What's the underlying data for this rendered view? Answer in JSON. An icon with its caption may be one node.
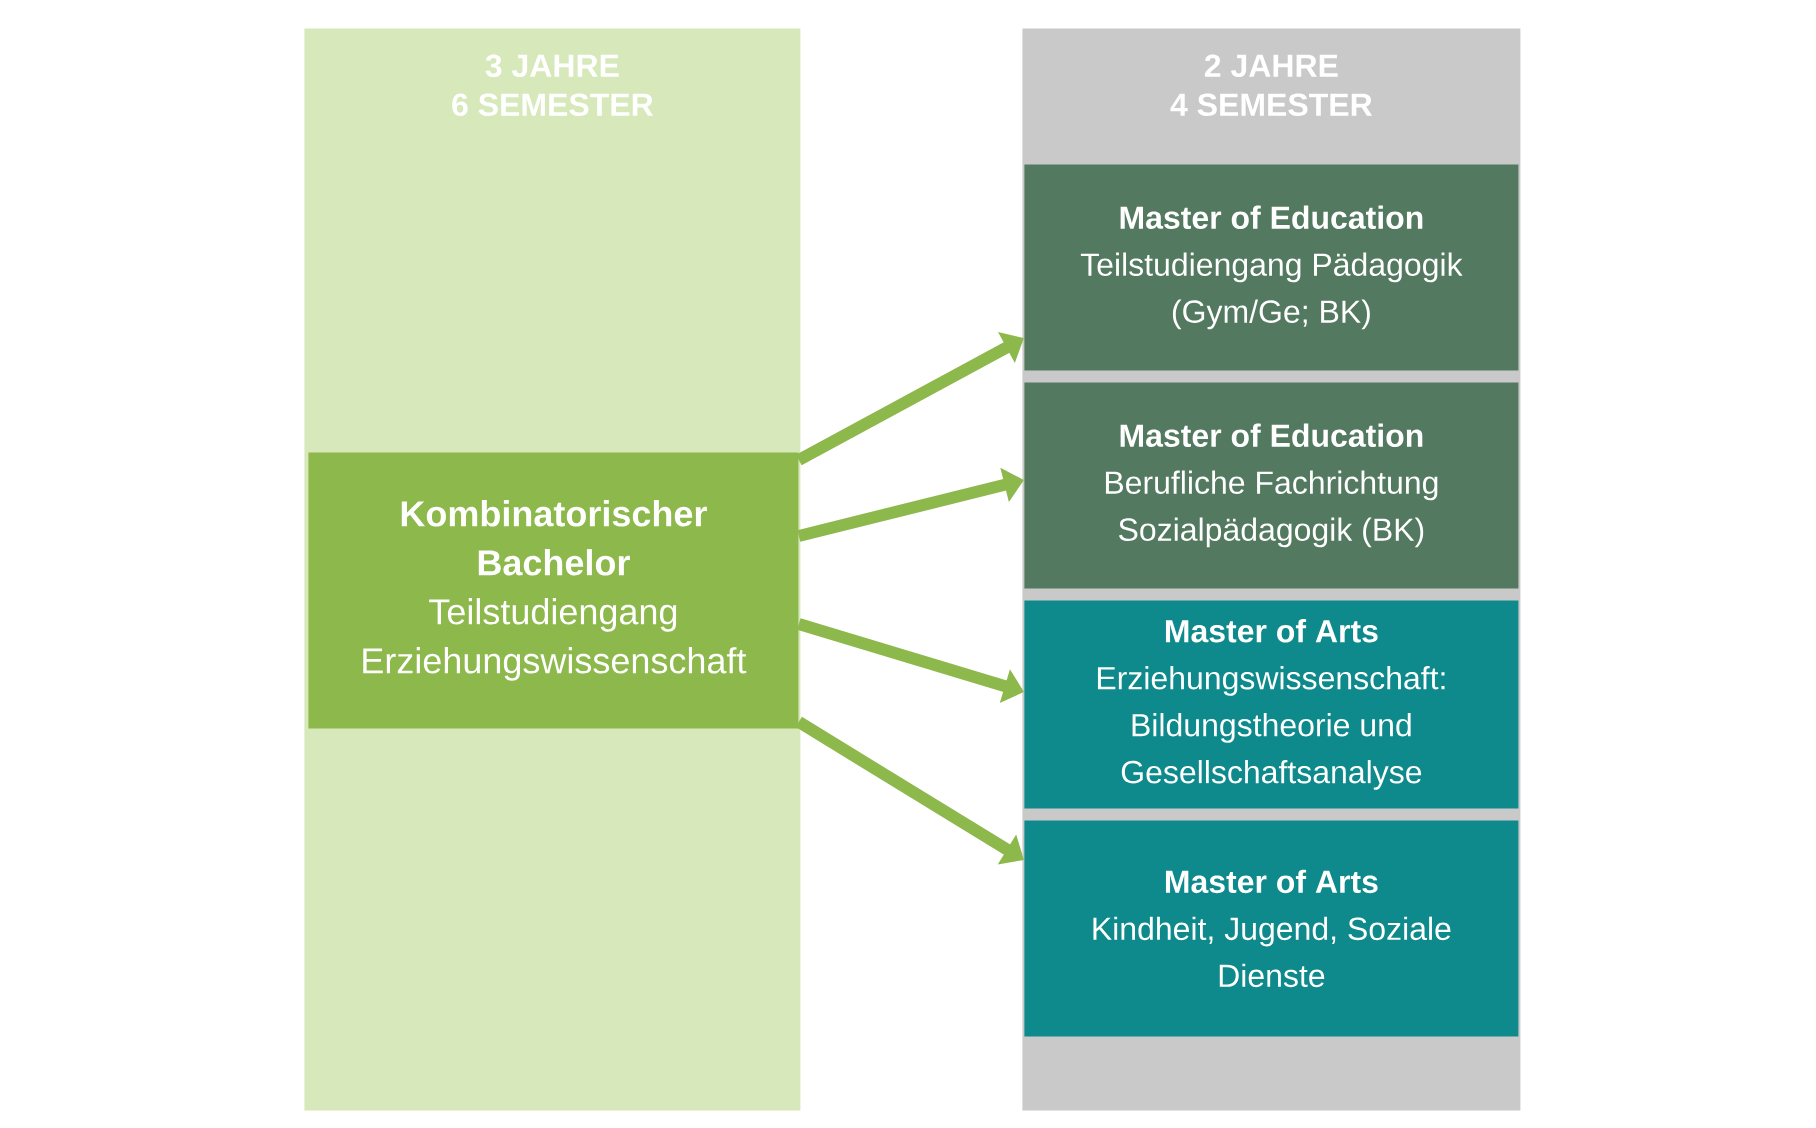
{
  "diagram": {
    "nodes": [
      {
        "text": [
          "3 JAHRE 6 SEMESTER"
        ]
      },
      {
        "text": [
          "Kombinatorischer Bachelor",
          "Teilstudiengang Erziehungswissenschaft"
        ],
        "in": 0
      },
      {
        "text": [
          "2 JAHRE 4 SEMESTER"
        ]
      },
      {
        "text": [
          "Master of Education",
          "Teilstudiengang Pädagogik (Gym/Ge; BK)"
        ],
        "in": 2
      },
      {
        "text": [
          "Master of Education",
          "Berufliche Fachrichtung Sozialpädagogik (BK)"
        ],
        "in": 2
      },
      {
        "text": [
          "Master of Arts",
          "Erziehungswissenschaft: Bildungstheorie und Gesellschaftsanalyse"
        ],
        "in": 2
      },
      {
        "text": [
          "Master of Arts",
          "Kindheit, Jugend, Soziale Dienste"
        ],
        "in": 2
      }
    ],
    "edges": [
      {
        "from": 1,
        "to": 3,
        "arrow": "to"
      },
      {
        "from": 1,
        "to": 4,
        "arrow": "to"
      },
      {
        "from": 1,
        "to": 5,
        "arrow": "to"
      },
      {
        "from": 1,
        "to": 6,
        "arrow": "to"
      }
    ]
  }
}
